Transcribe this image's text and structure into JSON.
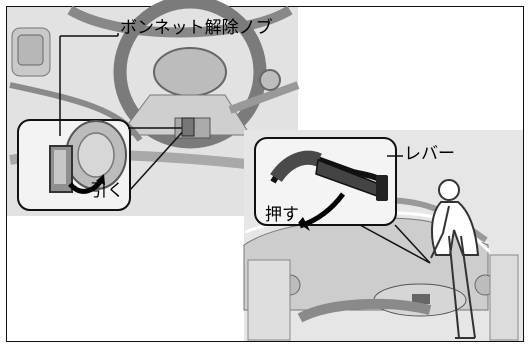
{
  "figure": {
    "labels": {
      "hood_release_knob": "ボンネット解除ノブ",
      "pull": "引く",
      "lever": "レバー",
      "push": "押す"
    },
    "colors": {
      "panel_gray": "#dcdcdc",
      "line": "#111111"
    }
  }
}
